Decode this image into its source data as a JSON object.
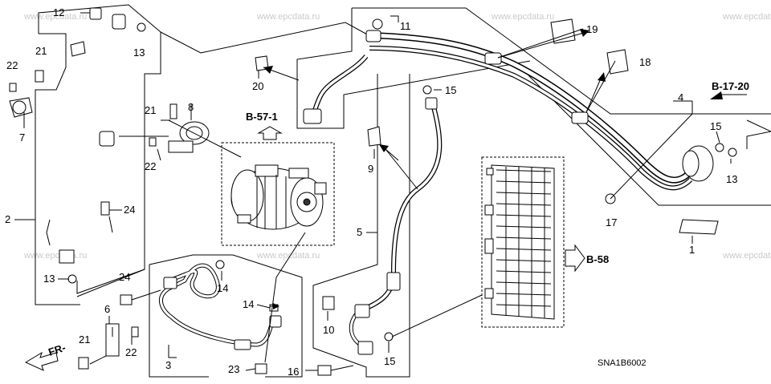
{
  "watermark": "www.epcdata.ru",
  "diagram_code": "SNA1B6002",
  "direction": "FR-",
  "refs": {
    "b571": "B-57-1",
    "b1720": "B-17-20",
    "b58": "B-58"
  },
  "callouts": [
    "1",
    "2",
    "3",
    "4",
    "5",
    "6",
    "7",
    "8",
    "9",
    "10",
    "11",
    "12",
    "13",
    "14",
    "15",
    "16",
    "17",
    "18",
    "19",
    "20",
    "21",
    "22",
    "23",
    "24"
  ],
  "labels": [
    {
      "id": "12a",
      "text": "12"
    },
    {
      "id": "13a",
      "text": "13"
    },
    {
      "id": "11a",
      "text": "11"
    },
    {
      "id": "19a",
      "text": "19"
    },
    {
      "id": "18a",
      "text": "18"
    },
    {
      "id": "20a",
      "text": "20"
    },
    {
      "id": "22a",
      "text": "22"
    },
    {
      "id": "21a",
      "text": "21"
    },
    {
      "id": "7a",
      "text": "7"
    },
    {
      "id": "21b",
      "text": "21"
    },
    {
      "id": "8a",
      "text": "8"
    },
    {
      "id": "22b",
      "text": "22"
    },
    {
      "id": "15a",
      "text": "15"
    },
    {
      "id": "9a",
      "text": "9"
    },
    {
      "id": "4a",
      "text": "4"
    },
    {
      "id": "15b",
      "text": "15"
    },
    {
      "id": "13b",
      "text": "13"
    },
    {
      "id": "17a",
      "text": "17"
    },
    {
      "id": "2a",
      "text": "2"
    },
    {
      "id": "24a",
      "text": "24"
    },
    {
      "id": "13c",
      "text": "13"
    },
    {
      "id": "5a",
      "text": "5"
    },
    {
      "id": "1a",
      "text": "1"
    },
    {
      "id": "14a",
      "text": "14"
    },
    {
      "id": "24b",
      "text": "24"
    },
    {
      "id": "14b",
      "text": "14"
    },
    {
      "id": "6a",
      "text": "6"
    },
    {
      "id": "10a",
      "text": "10"
    },
    {
      "id": "21c",
      "text": "21"
    },
    {
      "id": "22c",
      "text": "22"
    },
    {
      "id": "15c",
      "text": "15"
    },
    {
      "id": "3a",
      "text": "3"
    },
    {
      "id": "23a",
      "text": "23"
    },
    {
      "id": "16a",
      "text": "16"
    }
  ]
}
